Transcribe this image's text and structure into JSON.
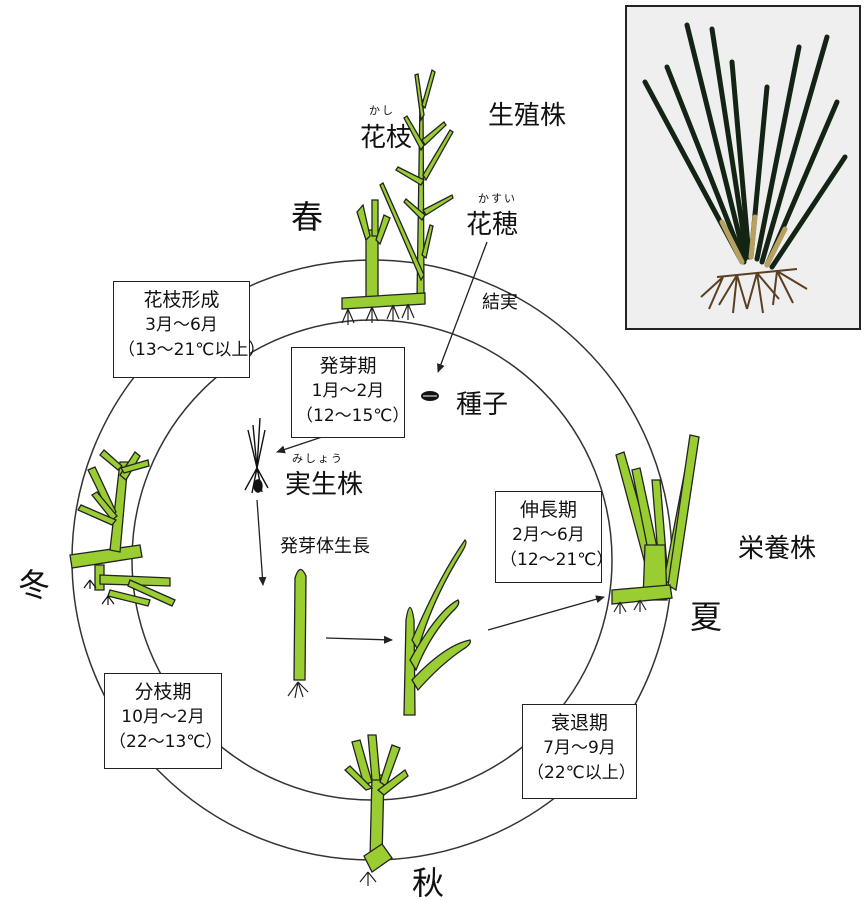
{
  "seasons": {
    "spring": "春",
    "summer": "夏",
    "autumn": "秋",
    "winter": "冬"
  },
  "labels": {
    "flower_branch": "花枝",
    "flower_branch_ruby": "かし",
    "reproductive_shoot": "生殖株",
    "spike": "花穂",
    "spike_ruby": "かすい",
    "fruiting": "結実",
    "seed": "種子",
    "seedling": "実生株",
    "seedling_ruby": "みしょう",
    "germ_growth": "発芽体生長",
    "vegetative_shoot": "栄養株"
  },
  "boxes": {
    "flowering": {
      "title": "花枝形成",
      "period": "3月～6月",
      "temp": "（13～21℃以上）"
    },
    "germination": {
      "title": "発芽期",
      "period": "1月～2月",
      "temp": "（12～15℃）"
    },
    "elongation": {
      "title": "伸長期",
      "period": "2月～6月",
      "temp": "（12～21℃）"
    },
    "branching": {
      "title": "分枝期",
      "period": "10月～2月",
      "temp": "（22～13℃）"
    },
    "decline": {
      "title": "衰退期",
      "period": "7月～9月",
      "temp": "（22℃以上）"
    }
  },
  "colors": {
    "leaf": "#9ACD32",
    "leaf_stroke": "#222222",
    "dark_leaf": "#1f3a1f",
    "line": "#222222"
  },
  "icons": {
    "photo": "eelgrass-photo",
    "seed": "seed-icon"
  }
}
